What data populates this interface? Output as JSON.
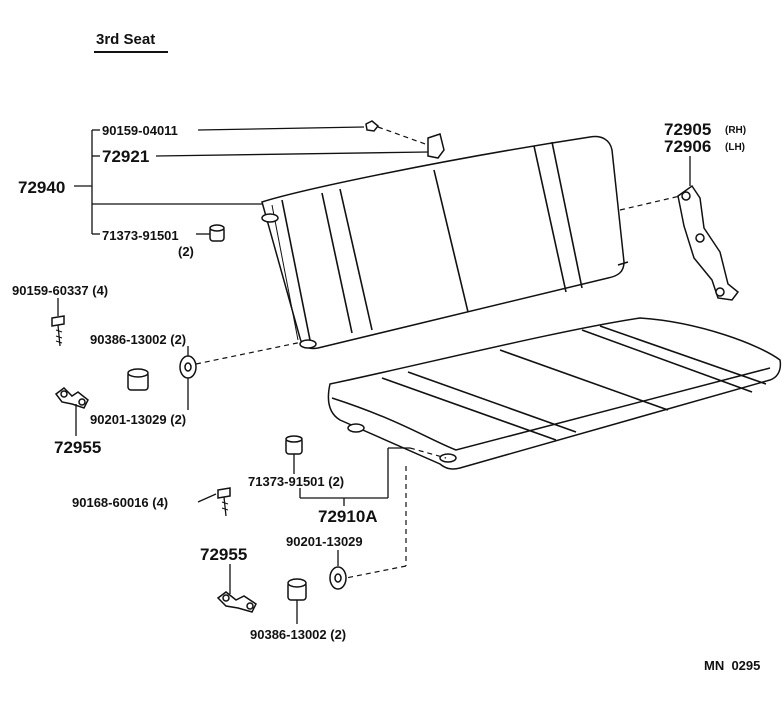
{
  "title": "3rd Seat",
  "figure_code": "MN  0295",
  "labels": {
    "p72940": "72940",
    "p90159_04011": "90159-04011",
    "p72921": "72921",
    "p71373_top": "71373-91501",
    "p71373_top_qty": "(2)",
    "p72905": "72905",
    "p72905_side": "(RH)",
    "p72906": "72906",
    "p72906_side": "(LH)",
    "p90159_60337": "90159-60337 (4)",
    "p90386_top": "90386-13002 (2)",
    "p90201_top": "90201-13029 (2)",
    "p72955_top": "72955",
    "p71373_mid": "71373-91501 (2)",
    "p72910A": "72910A",
    "p90168": "90168-60016 (4)",
    "p72955_bottom": "72955",
    "p90201_bottom": "90201-13029",
    "p90386_bottom": "90386-13002 (2)"
  },
  "colors": {
    "ink": "#111111",
    "paper": "#ffffff"
  },
  "icons": [
    "seat-back-icon",
    "seat-cushion-icon",
    "hinge-bracket-icon",
    "bolt-icon",
    "clip-icon",
    "bushing-icon",
    "washer-icon",
    "strap-bracket-icon"
  ]
}
